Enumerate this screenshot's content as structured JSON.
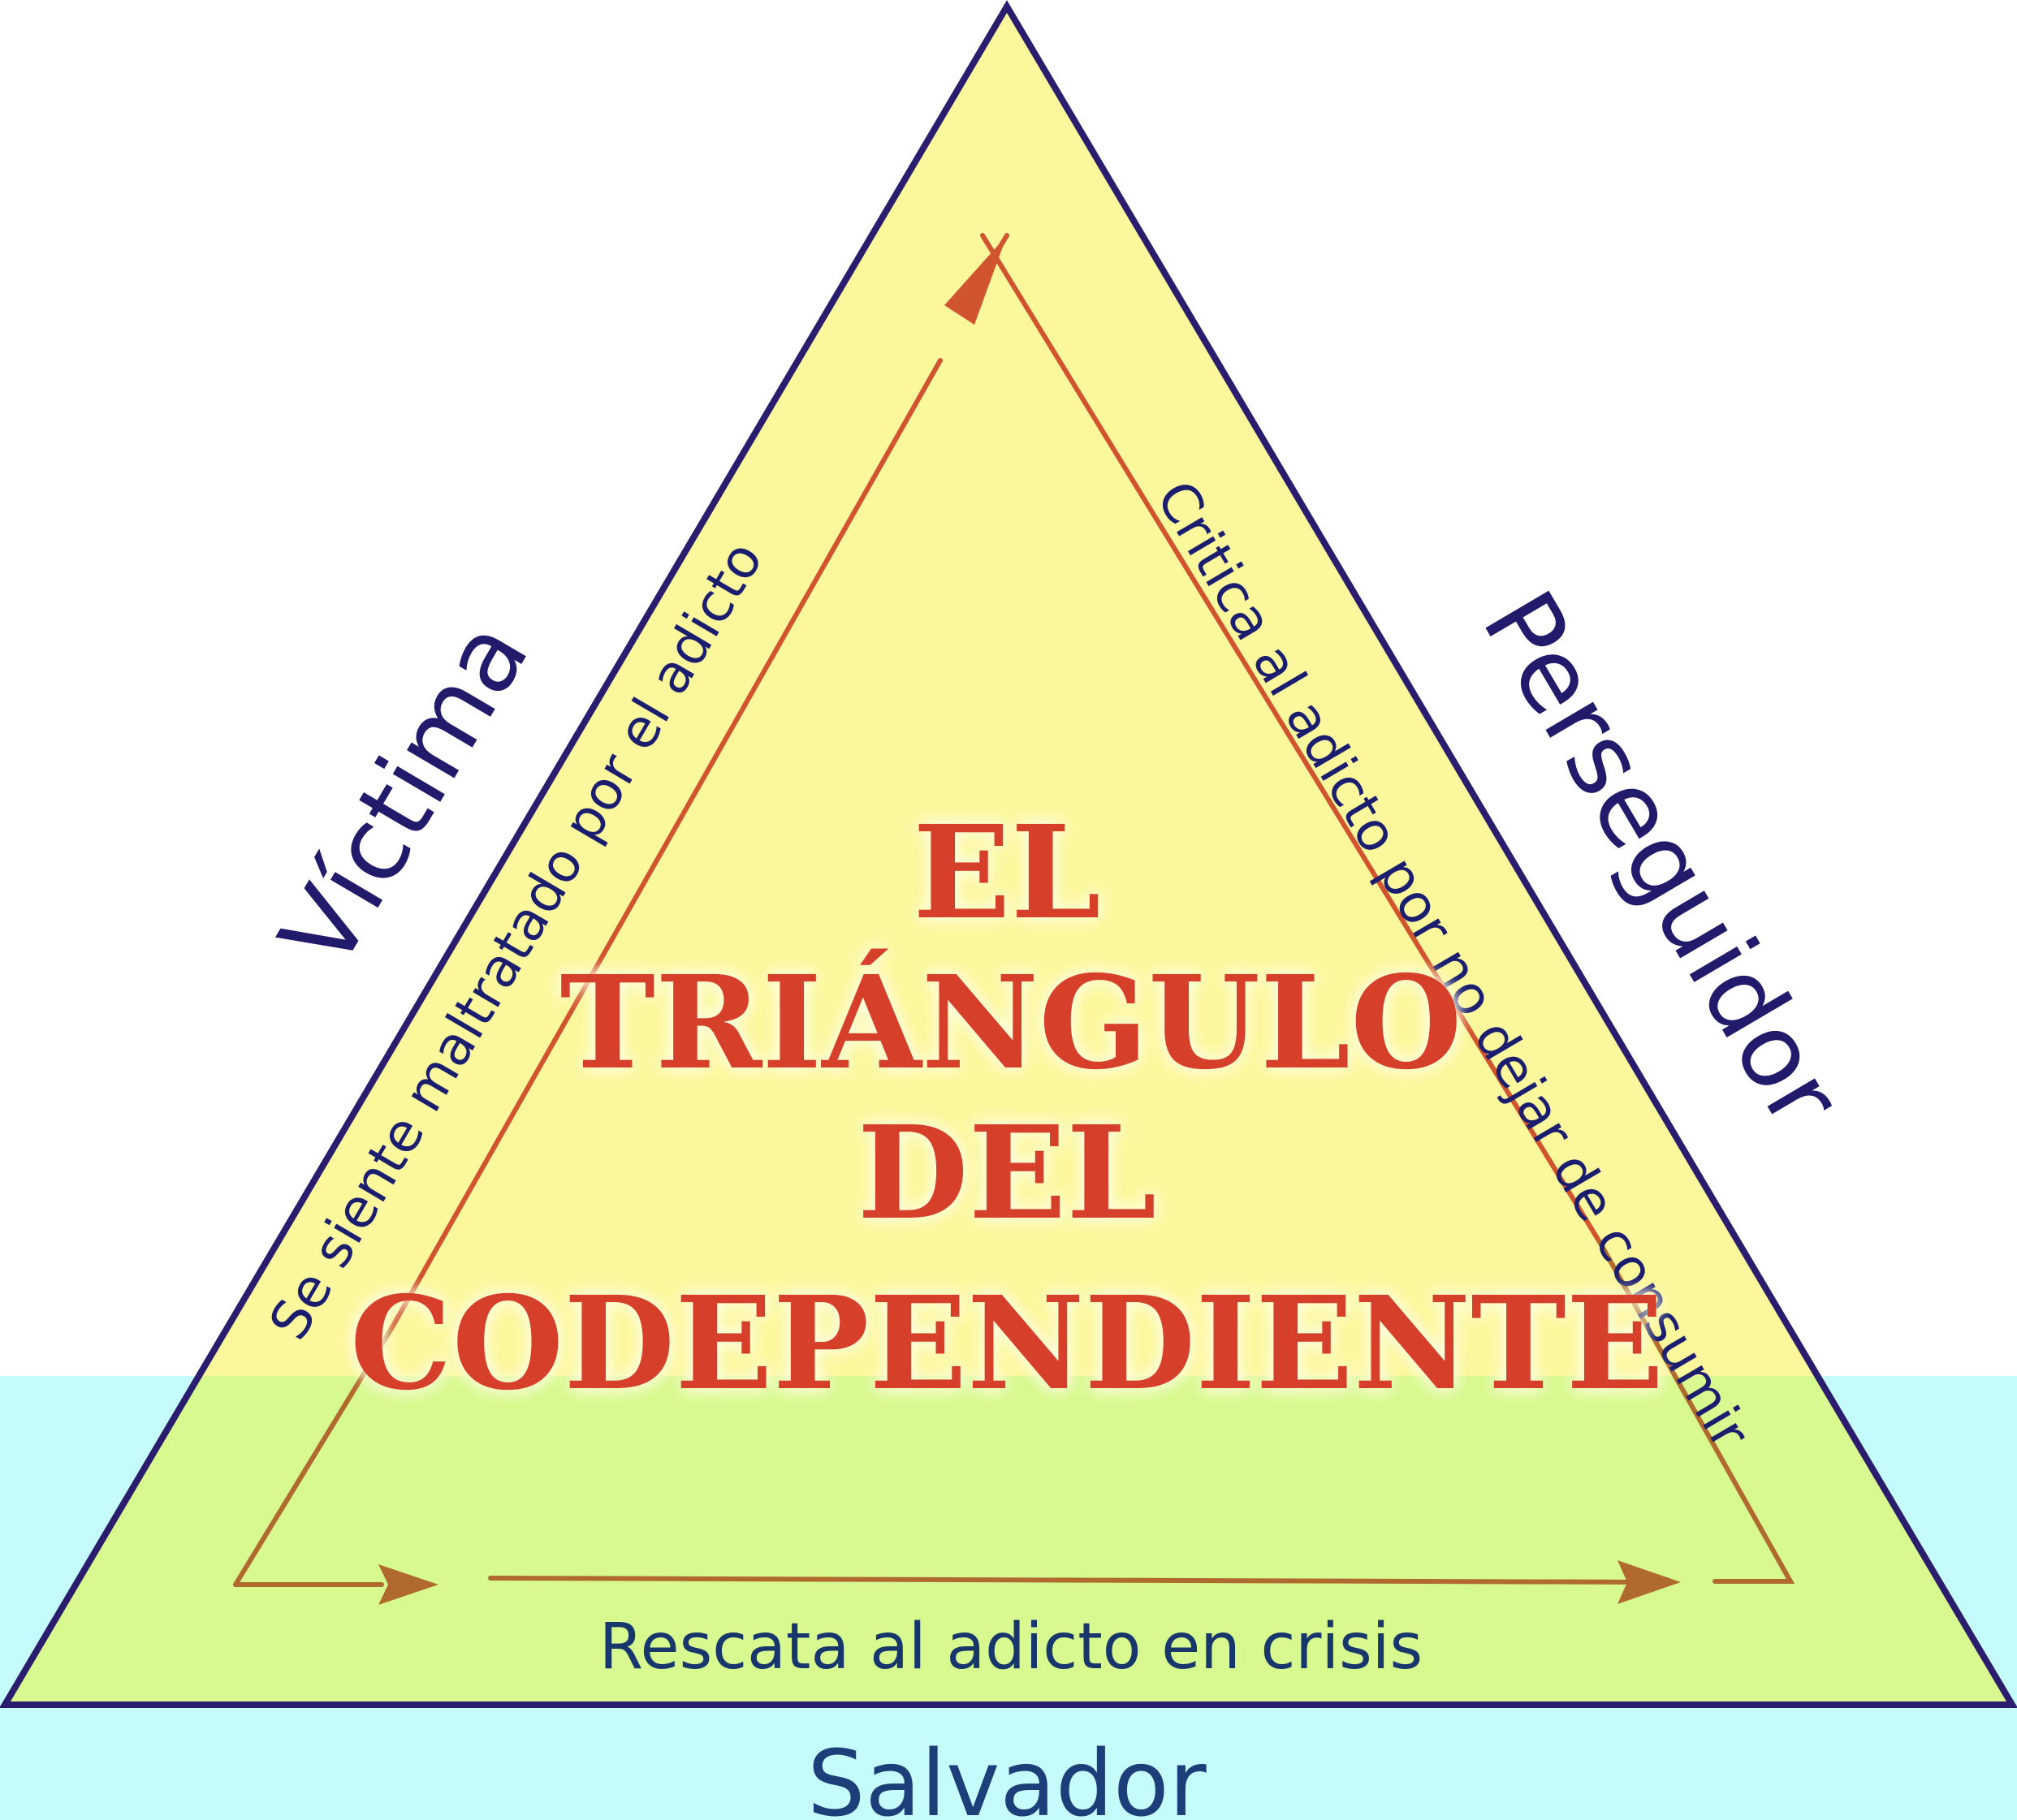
{
  "title": {
    "lines": [
      "EL",
      "TRIÁNGULO",
      "DEL",
      "CODEPENDIENTE"
    ]
  },
  "roles": {
    "left": "Víctima",
    "right": "Perseguidor",
    "bottom": "Salvador"
  },
  "cycle_labels": {
    "left_side": "Se siente maltratado por el adicto",
    "right_side": "Critica al adicto por no dejar de consumir",
    "base": "Rescata al adicto en crisis"
  },
  "colors": {
    "triangle_fill": "#fbf79c",
    "triangle_stroke": "#2a1d6d",
    "lower_band": "#c5fbfb",
    "overlap_fill": "#d7f98f",
    "arrow": "#d0542e",
    "arrow_lower": "#b06a2e",
    "title": "#d6402b"
  }
}
